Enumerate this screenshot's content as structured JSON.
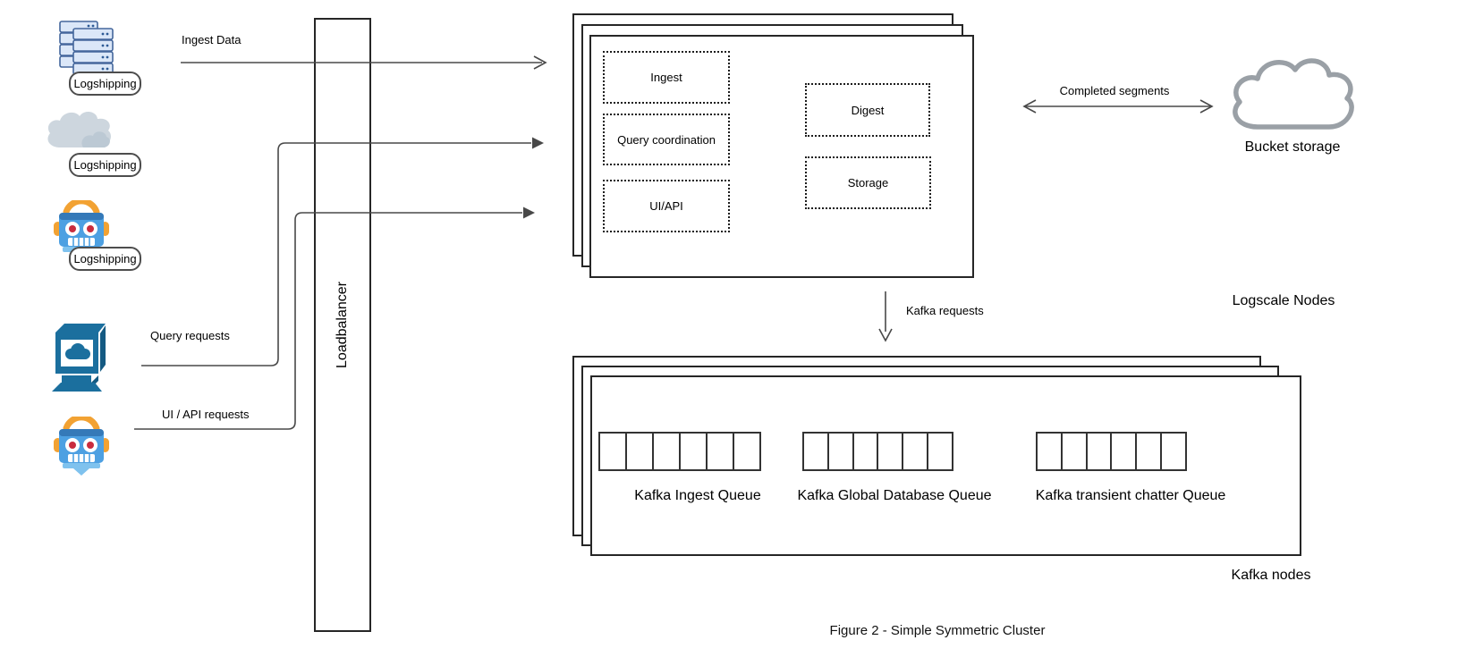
{
  "caption": "Figure 2 - Simple Symmetric Cluster",
  "sources": [
    {
      "icon": "server-stack-icon",
      "label": "Logshipping"
    },
    {
      "icon": "cloud-source-icon",
      "label": "Logshipping"
    },
    {
      "icon": "robot-source-icon",
      "label": "Logshipping"
    }
  ],
  "clients": [
    {
      "icon": "workstation-icon",
      "flow_label": "Query requests"
    },
    {
      "icon": "robot-client-icon",
      "flow_label": "UI / API requests"
    }
  ],
  "flows": {
    "ingest": "Ingest Data",
    "query": "Query requests",
    "ui_api": "UI / API requests",
    "completed_segments": "Completed segments",
    "kafka_requests": "Kafka requests"
  },
  "loadbalancer": {
    "label": "Loadbalancer"
  },
  "logscale": {
    "title": "Logscale Nodes",
    "roles": [
      "Ingest",
      "Query coordination",
      "UI/API",
      "Digest",
      "Storage"
    ]
  },
  "bucket": {
    "label": "Bucket storage"
  },
  "kafka": {
    "title": "Kafka nodes",
    "queues": [
      {
        "label": "Kafka Ingest Queue",
        "cells": 6
      },
      {
        "label": "Kafka Global Database Queue",
        "cells": 6
      },
      {
        "label": "Kafka transient chatter Queue",
        "cells": 6
      }
    ]
  },
  "colors": {
    "line": "#484848",
    "box_stroke": "#262626",
    "server_fill": "#dbe7f8",
    "server_stroke": "#44679c",
    "cloud_grey": "#cdd6de",
    "robot_blue": "#4da0e2",
    "robot_light_blue": "#7fc2ee",
    "robot_orange": "#f2a233",
    "robot_eye_red": "#c92c3e",
    "workstation_teal": "#1b6f9e",
    "bucket_outline": "#9aa0a6"
  }
}
